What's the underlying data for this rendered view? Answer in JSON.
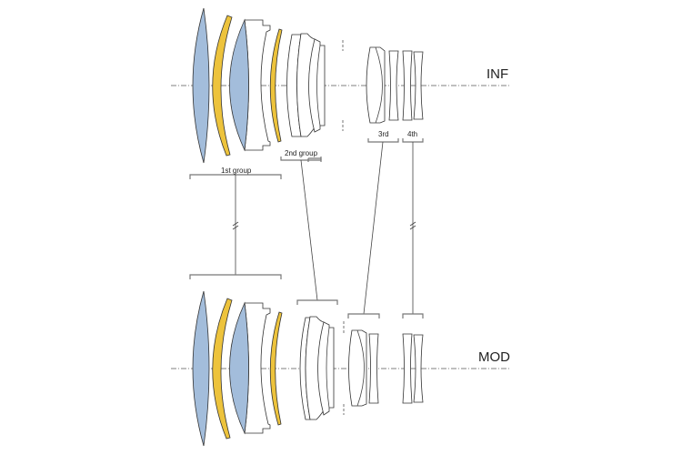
{
  "diagram": {
    "title": "Lens construction diagram",
    "states": [
      {
        "id": "inf",
        "label": "INF"
      },
      {
        "id": "mod",
        "label": "MOD"
      }
    ],
    "groups": [
      {
        "id": "g1",
        "label": "1st group"
      },
      {
        "id": "g2",
        "label": "2nd group"
      },
      {
        "id": "g3",
        "label": "3rd"
      },
      {
        "id": "g4",
        "label": "4th"
      }
    ],
    "colors": {
      "special_glass_blue": "#a3bddb",
      "special_glass_yellow": "#edc33c",
      "standard_glass": "#ffffff",
      "outline": "#333333"
    }
  }
}
